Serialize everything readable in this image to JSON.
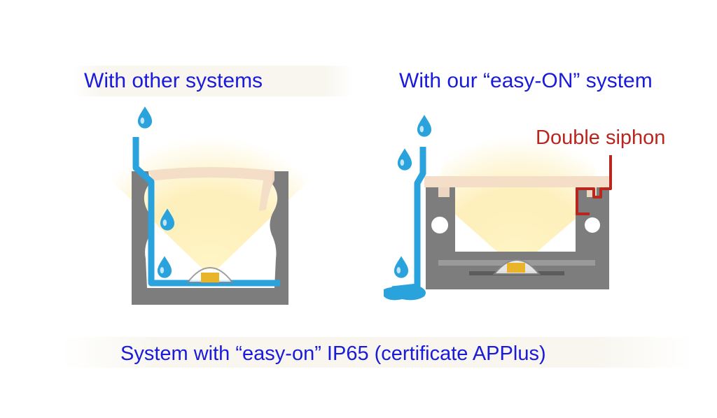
{
  "titles": {
    "left": "With other systems",
    "right": "With our “easy-ON” system"
  },
  "annotation": {
    "siphon": "Double siphon"
  },
  "caption": "System with “easy-on” IP65 (certificate APPlus)",
  "colors": {
    "label_blue": "#1a1adb",
    "annotation_red": "#b8261d",
    "profile_gray": "#7d7d7d",
    "water_blue": "#2aa3dc",
    "diffuser_peach": "#f3dcc6",
    "light_yellow": "#fde9a0",
    "led_amber": "#e8b52a"
  },
  "icons": [
    "water-drop-icon",
    "led-chip-icon"
  ]
}
